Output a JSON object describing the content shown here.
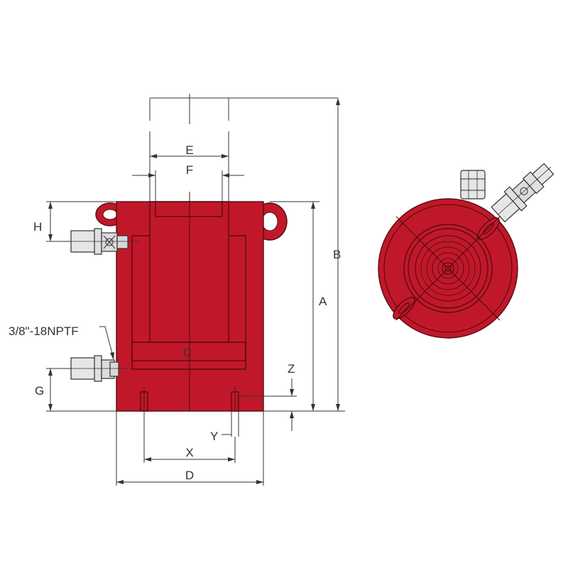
{
  "colors": {
    "cylinder_red": "#c0182a",
    "outline": "#5a0a0f",
    "dimension_lines": "#333333",
    "fitting_gray": "#e6e6e6"
  },
  "labels": {
    "a": "A",
    "b": "B",
    "c": "C",
    "d": "D",
    "e": "E",
    "f": "F",
    "g": "G",
    "h": "H",
    "x": "X",
    "y": "Y",
    "z": "Z",
    "port_thread": "3/8\"-18NPTF"
  },
  "icons": {
    "lifting_handle": "handle-icon",
    "coupler": "coupler-icon",
    "fitting": "fitting-icon"
  }
}
